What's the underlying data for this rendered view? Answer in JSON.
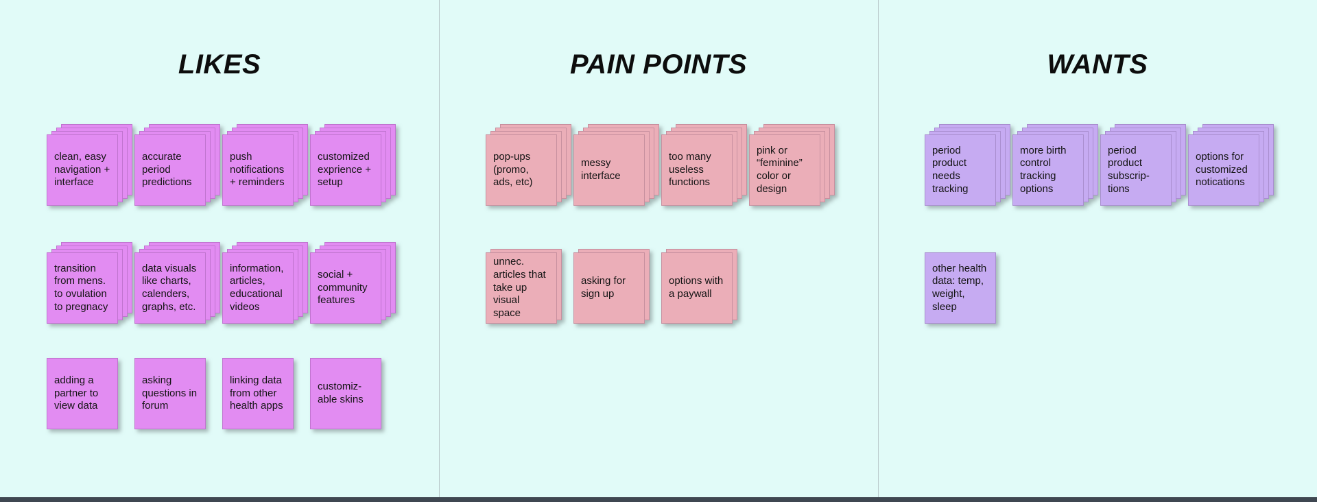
{
  "board": {
    "background_color": "#e1fbf8",
    "divider_color": "#b9c9cb",
    "bottom_bar_color": "#3f4751",
    "title_color": "#0d0d0d"
  },
  "columns": [
    {
      "id": "likes",
      "title": "LIKES",
      "note_color": "#e28cf2",
      "rows": [
        {
          "stack": 4,
          "notes": [
            "clean, easy navigation + interface",
            "accurate period predictions",
            "push notifications + reminders",
            "customized exprience + setup"
          ]
        },
        {
          "stack": 4,
          "notes": [
            "transition from mens. to ovulation to pregnacy",
            "data visuals like charts, calenders, graphs, etc.",
            "information, articles, educational videos",
            "social + community features"
          ]
        },
        {
          "stack": 1,
          "notes": [
            "adding a partner to view data",
            "asking questions in forum",
            "linking data from other health apps",
            "customiz-able skins"
          ]
        }
      ]
    },
    {
      "id": "pain-points",
      "title": "PAIN POINTS",
      "note_color": "#ebaeb8",
      "rows": [
        {
          "stack": 4,
          "notes": [
            "pop-ups (promo, ads, etc)",
            "messy interface",
            "too many useless functions",
            "pink or “feminine” color or design"
          ]
        },
        {
          "stack": 2,
          "notes": [
            "unnec. articles that take up visual space",
            "asking for sign up",
            "options with a paywall"
          ]
        }
      ]
    },
    {
      "id": "wants",
      "title": "WANTS",
      "note_color": "#c6abf2",
      "rows": [
        {
          "stack": 4,
          "notes": [
            "period product needs tracking",
            "more birth control tracking options",
            "period product subscrip-tions",
            "options for customized notications"
          ]
        },
        {
          "stack": 1,
          "notes": [
            "other health data: temp, weight, sleep"
          ]
        }
      ]
    }
  ]
}
